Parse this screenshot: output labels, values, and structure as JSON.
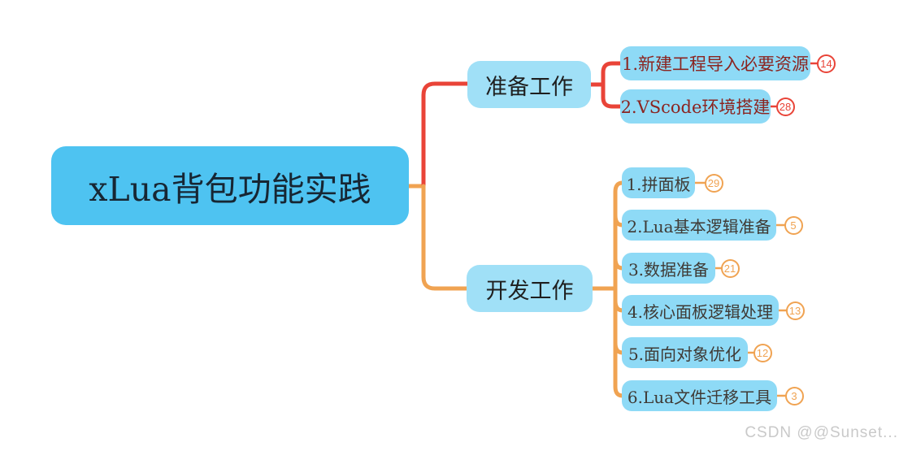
{
  "root": {
    "label": "xLua背包功能实践"
  },
  "branches": [
    {
      "label": "准备工作",
      "color": "#e94438",
      "children": [
        {
          "label": "1.新建工程导入必要资源",
          "badge": "14"
        },
        {
          "label": "2.VScode环境搭建",
          "badge": "28"
        }
      ]
    },
    {
      "label": "开发工作",
      "color": "#f0a352",
      "children": [
        {
          "label": "1.拼面板",
          "badge": "29"
        },
        {
          "label": "2.Lua基本逻辑准备",
          "badge": "5"
        },
        {
          "label": "3.数据准备",
          "badge": "21"
        },
        {
          "label": "4.核心面板逻辑处理",
          "badge": "13"
        },
        {
          "label": "5.面向对象优化",
          "badge": "12"
        },
        {
          "label": "6.Lua文件迁移工具",
          "badge": "3"
        }
      ]
    }
  ],
  "colors": {
    "root_fill": "#4ec3f1",
    "branch_fill": "#a0e0f7",
    "child_fill": "#8edaf6",
    "branch_red": "#e94438",
    "branch_orange": "#f0a352",
    "red_child_text": "#8b2420",
    "orange_child_text": "#3f3a35",
    "watermark_text": "#c9c9c9"
  },
  "watermark": {
    "text": "CSDN @@Sunset..."
  }
}
